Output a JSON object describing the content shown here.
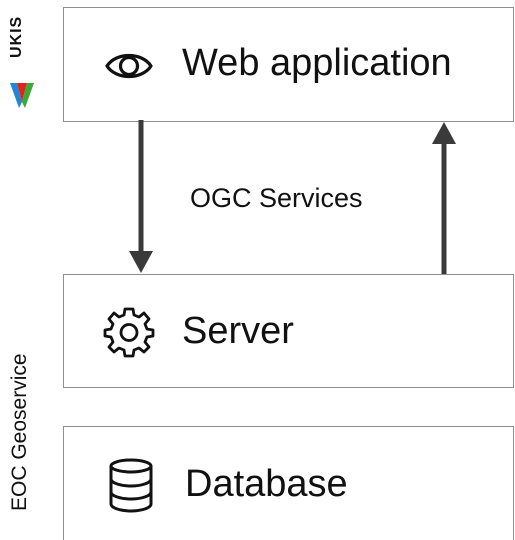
{
  "side": {
    "ukis_label": "UKIS",
    "eoc_label": "EOC Geoservice"
  },
  "boxes": {
    "web": {
      "label": "Web application",
      "icon": "eye-icon"
    },
    "server": {
      "label": "Server",
      "icon": "gear-icon"
    },
    "database": {
      "label": "Database",
      "icon": "database-icon"
    }
  },
  "connector": {
    "label": "OGC Services"
  },
  "colors": {
    "arrow": "#3a3a3a",
    "box_border": "#8f8f8f",
    "logo_red": "#e2231a",
    "logo_green": "#3aa935",
    "logo_blue": "#1e88d6"
  }
}
